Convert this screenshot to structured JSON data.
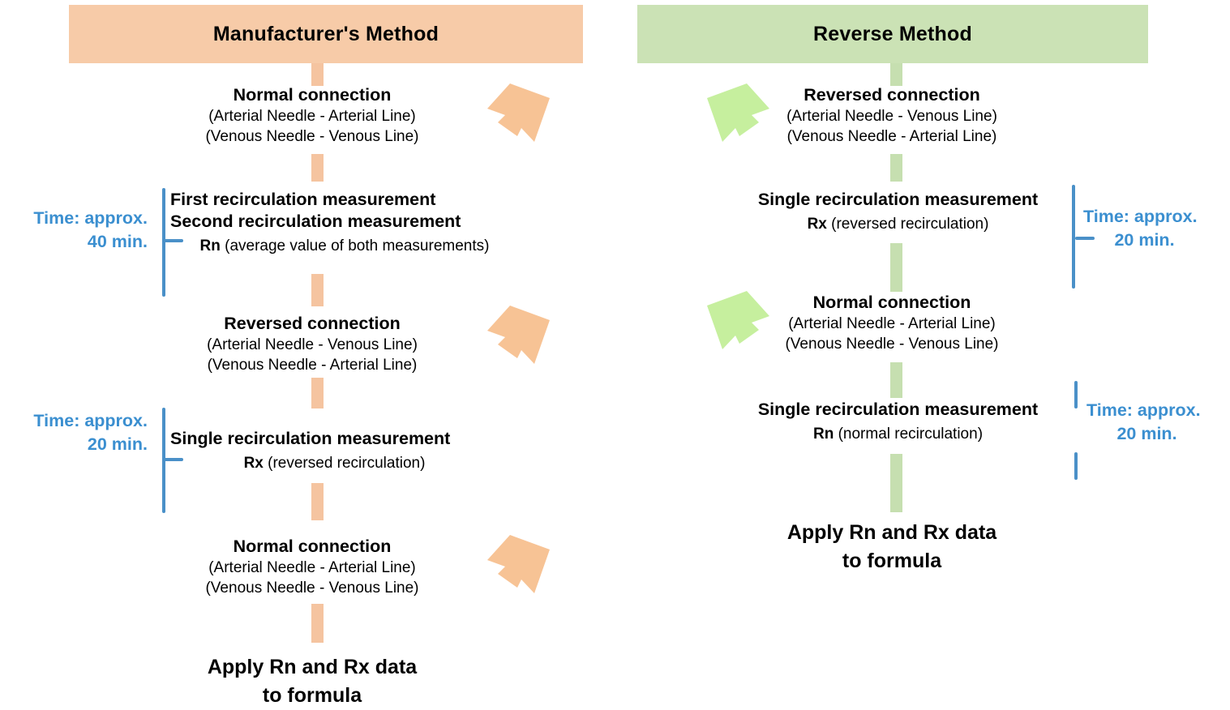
{
  "columns": {
    "left": {
      "header": "Manufacturer's Method",
      "header_color": "#F7CBA8",
      "connector_color": "#F5C4A0",
      "arrow_color": "#F7C395",
      "nodes": [
        {
          "title": "Normal connection",
          "sub1": "(Arterial Needle - Arterial Line)",
          "sub2": "(Venous Needle - Venous Line)"
        },
        {
          "title": "First recirculation measurement",
          "title2": "Second recirculation measurement",
          "sub_bold": "Rn",
          "sub_rest": " (average value of both measurements)"
        },
        {
          "title": "Reversed connection",
          "sub1": "(Arterial Needle - Venous Line)",
          "sub2": "(Venous Needle - Arterial Line)"
        },
        {
          "title": "Single recirculation measurement",
          "sub_bold": "Rx",
          "sub_rest": " (reversed recirculation)"
        },
        {
          "title": "Normal connection",
          "sub1": "(Arterial Needle - Arterial Line)",
          "sub2": "(Venous Needle - Venous Line)"
        },
        {
          "big1": "Apply Rn and Rx data",
          "big2": "to formula"
        }
      ],
      "brackets": [
        {
          "line1": "Time: approx.",
          "line2": "40 min."
        },
        {
          "line1": "Time: approx.",
          "line2": "20 min."
        }
      ]
    },
    "right": {
      "header": "Reverse Method",
      "header_color": "#CBE2B5",
      "connector_color": "#C6DFB0",
      "arrow_color": "#C6EF9E",
      "nodes": [
        {
          "title": "Reversed connection",
          "sub1": "(Arterial Needle - Venous Line)",
          "sub2": "(Venous Needle - Arterial Line)"
        },
        {
          "title": "Single recirculation measurement",
          "sub_bold": "Rx",
          "sub_rest": " (reversed recirculation)"
        },
        {
          "title": "Normal connection",
          "sub1": "(Arterial Needle - Arterial Line)",
          "sub2": "(Venous Needle - Venous Line)"
        },
        {
          "title": "Single recirculation measurement",
          "sub_bold": "Rn",
          "sub_rest": " (normal recirculation)"
        },
        {
          "big1": "Apply Rn and Rx data",
          "big2": "to formula"
        }
      ],
      "brackets": [
        {
          "line1": "Time: approx.",
          "line2": "20 min."
        },
        {
          "line1": "Time: approx.",
          "line2": "20 min."
        }
      ]
    }
  },
  "colors": {
    "bracket_blue": "#4A90C8",
    "time_text_blue": "#3B8FD0",
    "text_black": "#000000"
  }
}
